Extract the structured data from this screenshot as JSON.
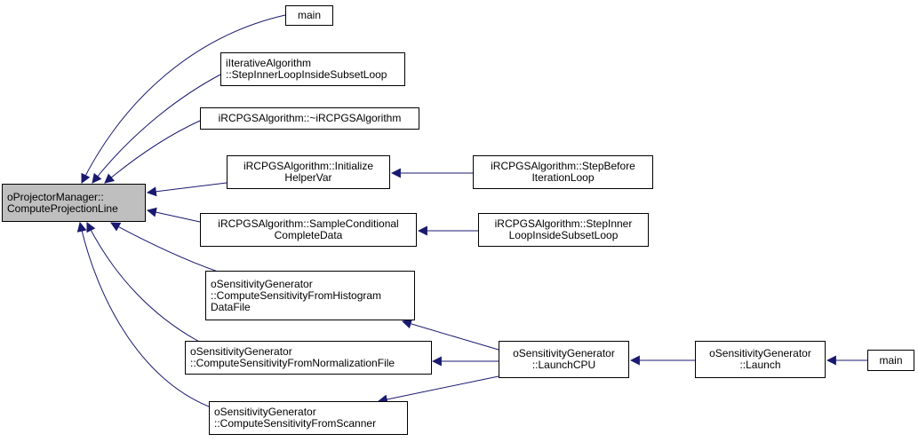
{
  "nodes": {
    "focus": {
      "line1": "oProjectorManager::",
      "line2": "ComputeProjectionLine"
    },
    "main1": {
      "line1": "main"
    },
    "iterative": {
      "line1": "iIterativeAlgorithm",
      "line2": "::StepInnerLoopInsideSubsetLoop"
    },
    "destructor": {
      "line1": "iRCPGSAlgorithm::~iRCPGSAlgorithm"
    },
    "initHelper": {
      "line1": "iRCPGSAlgorithm::Initialize",
      "line2": "HelperVar"
    },
    "stepBefore": {
      "line1": "iRCPGSAlgorithm::StepBefore",
      "line2": "IterationLoop"
    },
    "sampleCond": {
      "line1": "iRCPGSAlgorithm::SampleConditional",
      "line2": "CompleteData"
    },
    "stepInner": {
      "line1": "iRCPGSAlgorithm::StepInner",
      "line2": "LoopInsideSubsetLoop"
    },
    "histFile": {
      "line1": "oSensitivityGenerator",
      "line2": "::ComputeSensitivityFromHistogram",
      "line3": "DataFile"
    },
    "normFile": {
      "line1": "oSensitivityGenerator",
      "line2": "::ComputeSensitivityFromNormalizationFile"
    },
    "scanner": {
      "line1": "oSensitivityGenerator",
      "line2": "::ComputeSensitivityFromScanner"
    },
    "launchCPU": {
      "line1": "oSensitivityGenerator",
      "line2": "::LaunchCPU"
    },
    "launch": {
      "line1": "oSensitivityGenerator",
      "line2": "::Launch"
    },
    "main2": {
      "line1": "main"
    }
  },
  "edges": [
    {
      "from": "main1",
      "to": "focus"
    },
    {
      "from": "iterative",
      "to": "focus"
    },
    {
      "from": "destructor",
      "to": "focus"
    },
    {
      "from": "initHelper",
      "to": "focus"
    },
    {
      "from": "sampleCond",
      "to": "focus"
    },
    {
      "from": "histFile",
      "to": "focus"
    },
    {
      "from": "normFile",
      "to": "focus"
    },
    {
      "from": "scanner",
      "to": "focus"
    },
    {
      "from": "stepBefore",
      "to": "initHelper"
    },
    {
      "from": "stepInner",
      "to": "sampleCond"
    },
    {
      "from": "launchCPU",
      "to": "histFile"
    },
    {
      "from": "launchCPU",
      "to": "normFile"
    },
    {
      "from": "launchCPU",
      "to": "scanner"
    },
    {
      "from": "launch",
      "to": "launchCPU"
    },
    {
      "from": "main2",
      "to": "launch"
    }
  ],
  "colors": {
    "edge": "#191970",
    "focus_fill": "#bfbfbf",
    "node_border": "#000000"
  }
}
